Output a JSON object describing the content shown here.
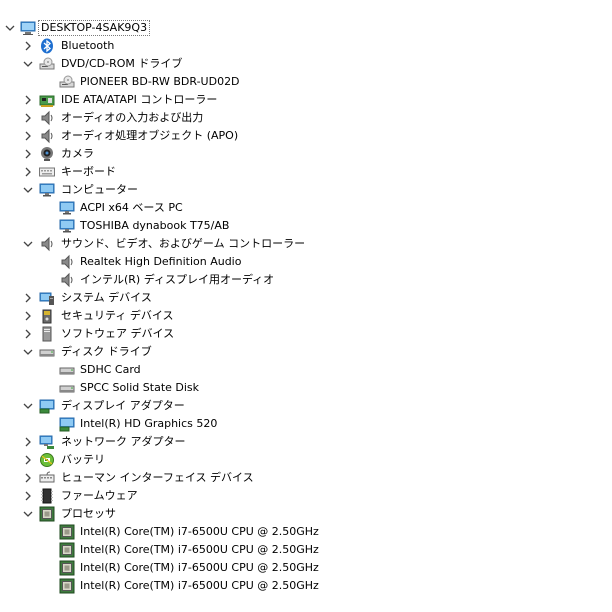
{
  "tree": {
    "root": {
      "label": "DESKTOP-4SAK9Q3",
      "expanded": true,
      "icon": "computer-root-icon"
    },
    "items": [
      {
        "id": "bluetooth",
        "label": "Bluetooth",
        "level": 1,
        "state": "collapsed",
        "icon": "bluetooth-icon"
      },
      {
        "id": "dvd",
        "label": "DVD/CD-ROM ドライブ",
        "level": 1,
        "state": "expanded",
        "icon": "dvd-drive-icon"
      },
      {
        "id": "pioneer",
        "label": "PIONEER BD-RW   BDR-UD02D",
        "level": 2,
        "state": "leaf",
        "icon": "dvd-drive-icon"
      },
      {
        "id": "ide",
        "label": "IDE ATA/ATAPI コントローラー",
        "level": 1,
        "state": "collapsed",
        "icon": "ide-controller-icon"
      },
      {
        "id": "audio-io",
        "label": "オーディオの入力および出力",
        "level": 1,
        "state": "collapsed",
        "icon": "speaker-icon"
      },
      {
        "id": "apo",
        "label": "オーディオ処理オブジェクト (APO)",
        "level": 1,
        "state": "collapsed",
        "icon": "speaker-icon"
      },
      {
        "id": "camera",
        "label": "カメラ",
        "level": 1,
        "state": "collapsed",
        "icon": "camera-icon"
      },
      {
        "id": "keyboard",
        "label": "キーボード",
        "level": 1,
        "state": "collapsed",
        "icon": "keyboard-icon"
      },
      {
        "id": "computer",
        "label": "コンピューター",
        "level": 1,
        "state": "expanded",
        "icon": "monitor-icon"
      },
      {
        "id": "acpi",
        "label": "ACPI x64 ベース PC",
        "level": 2,
        "state": "leaf",
        "icon": "monitor-icon"
      },
      {
        "id": "toshiba",
        "label": "TOSHIBA dynabook T75/AB",
        "level": 2,
        "state": "leaf",
        "icon": "monitor-icon"
      },
      {
        "id": "sound",
        "label": "サウンド、ビデオ、およびゲーム コントローラー",
        "level": 1,
        "state": "expanded",
        "icon": "speaker-icon"
      },
      {
        "id": "realtek",
        "label": "Realtek High Definition Audio",
        "level": 2,
        "state": "leaf",
        "icon": "speaker-icon"
      },
      {
        "id": "intel-audio",
        "label": "インテル(R) ディスプレイ用オーディオ",
        "level": 2,
        "state": "leaf",
        "icon": "speaker-icon"
      },
      {
        "id": "system",
        "label": "システム デバイス",
        "level": 1,
        "state": "collapsed",
        "icon": "system-device-icon"
      },
      {
        "id": "security",
        "label": "セキュリティ デバイス",
        "level": 1,
        "state": "collapsed",
        "icon": "security-device-icon"
      },
      {
        "id": "software",
        "label": "ソフトウェア デバイス",
        "level": 1,
        "state": "collapsed",
        "icon": "software-device-icon"
      },
      {
        "id": "disk",
        "label": "ディスク ドライブ",
        "level": 1,
        "state": "expanded",
        "icon": "disk-drive-icon"
      },
      {
        "id": "sdhc",
        "label": "SDHC Card",
        "level": 2,
        "state": "leaf",
        "icon": "disk-drive-icon"
      },
      {
        "id": "spcc",
        "label": "SPCC Solid State Disk",
        "level": 2,
        "state": "leaf",
        "icon": "disk-drive-icon"
      },
      {
        "id": "display",
        "label": "ディスプレイ アダプター",
        "level": 1,
        "state": "expanded",
        "icon": "display-adapter-icon"
      },
      {
        "id": "hd520",
        "label": "Intel(R) HD Graphics 520",
        "level": 2,
        "state": "leaf",
        "icon": "display-adapter-icon"
      },
      {
        "id": "network",
        "label": "ネットワーク アダプター",
        "level": 1,
        "state": "collapsed",
        "icon": "network-adapter-icon"
      },
      {
        "id": "battery",
        "label": "バッテリ",
        "level": 1,
        "state": "collapsed",
        "icon": "battery-icon"
      },
      {
        "id": "hid",
        "label": "ヒューマン インターフェイス デバイス",
        "level": 1,
        "state": "collapsed",
        "icon": "hid-icon"
      },
      {
        "id": "firmware",
        "label": "ファームウェア",
        "level": 1,
        "state": "collapsed",
        "icon": "firmware-icon"
      },
      {
        "id": "processor",
        "label": "プロセッサ",
        "level": 1,
        "state": "expanded",
        "icon": "processor-icon"
      },
      {
        "id": "cpu1",
        "label": "Intel(R) Core(TM) i7-6500U CPU @ 2.50GHz",
        "level": 2,
        "state": "leaf",
        "icon": "processor-icon"
      },
      {
        "id": "cpu2",
        "label": "Intel(R) Core(TM) i7-6500U CPU @ 2.50GHz",
        "level": 2,
        "state": "leaf",
        "icon": "processor-icon"
      },
      {
        "id": "cpu3",
        "label": "Intel(R) Core(TM) i7-6500U CPU @ 2.50GHz",
        "level": 2,
        "state": "leaf",
        "icon": "processor-icon"
      },
      {
        "id": "cpu4",
        "label": "Intel(R) Core(TM) i7-6500U CPU @ 2.50GHz",
        "level": 2,
        "state": "leaf",
        "icon": "processor-icon"
      }
    ]
  }
}
